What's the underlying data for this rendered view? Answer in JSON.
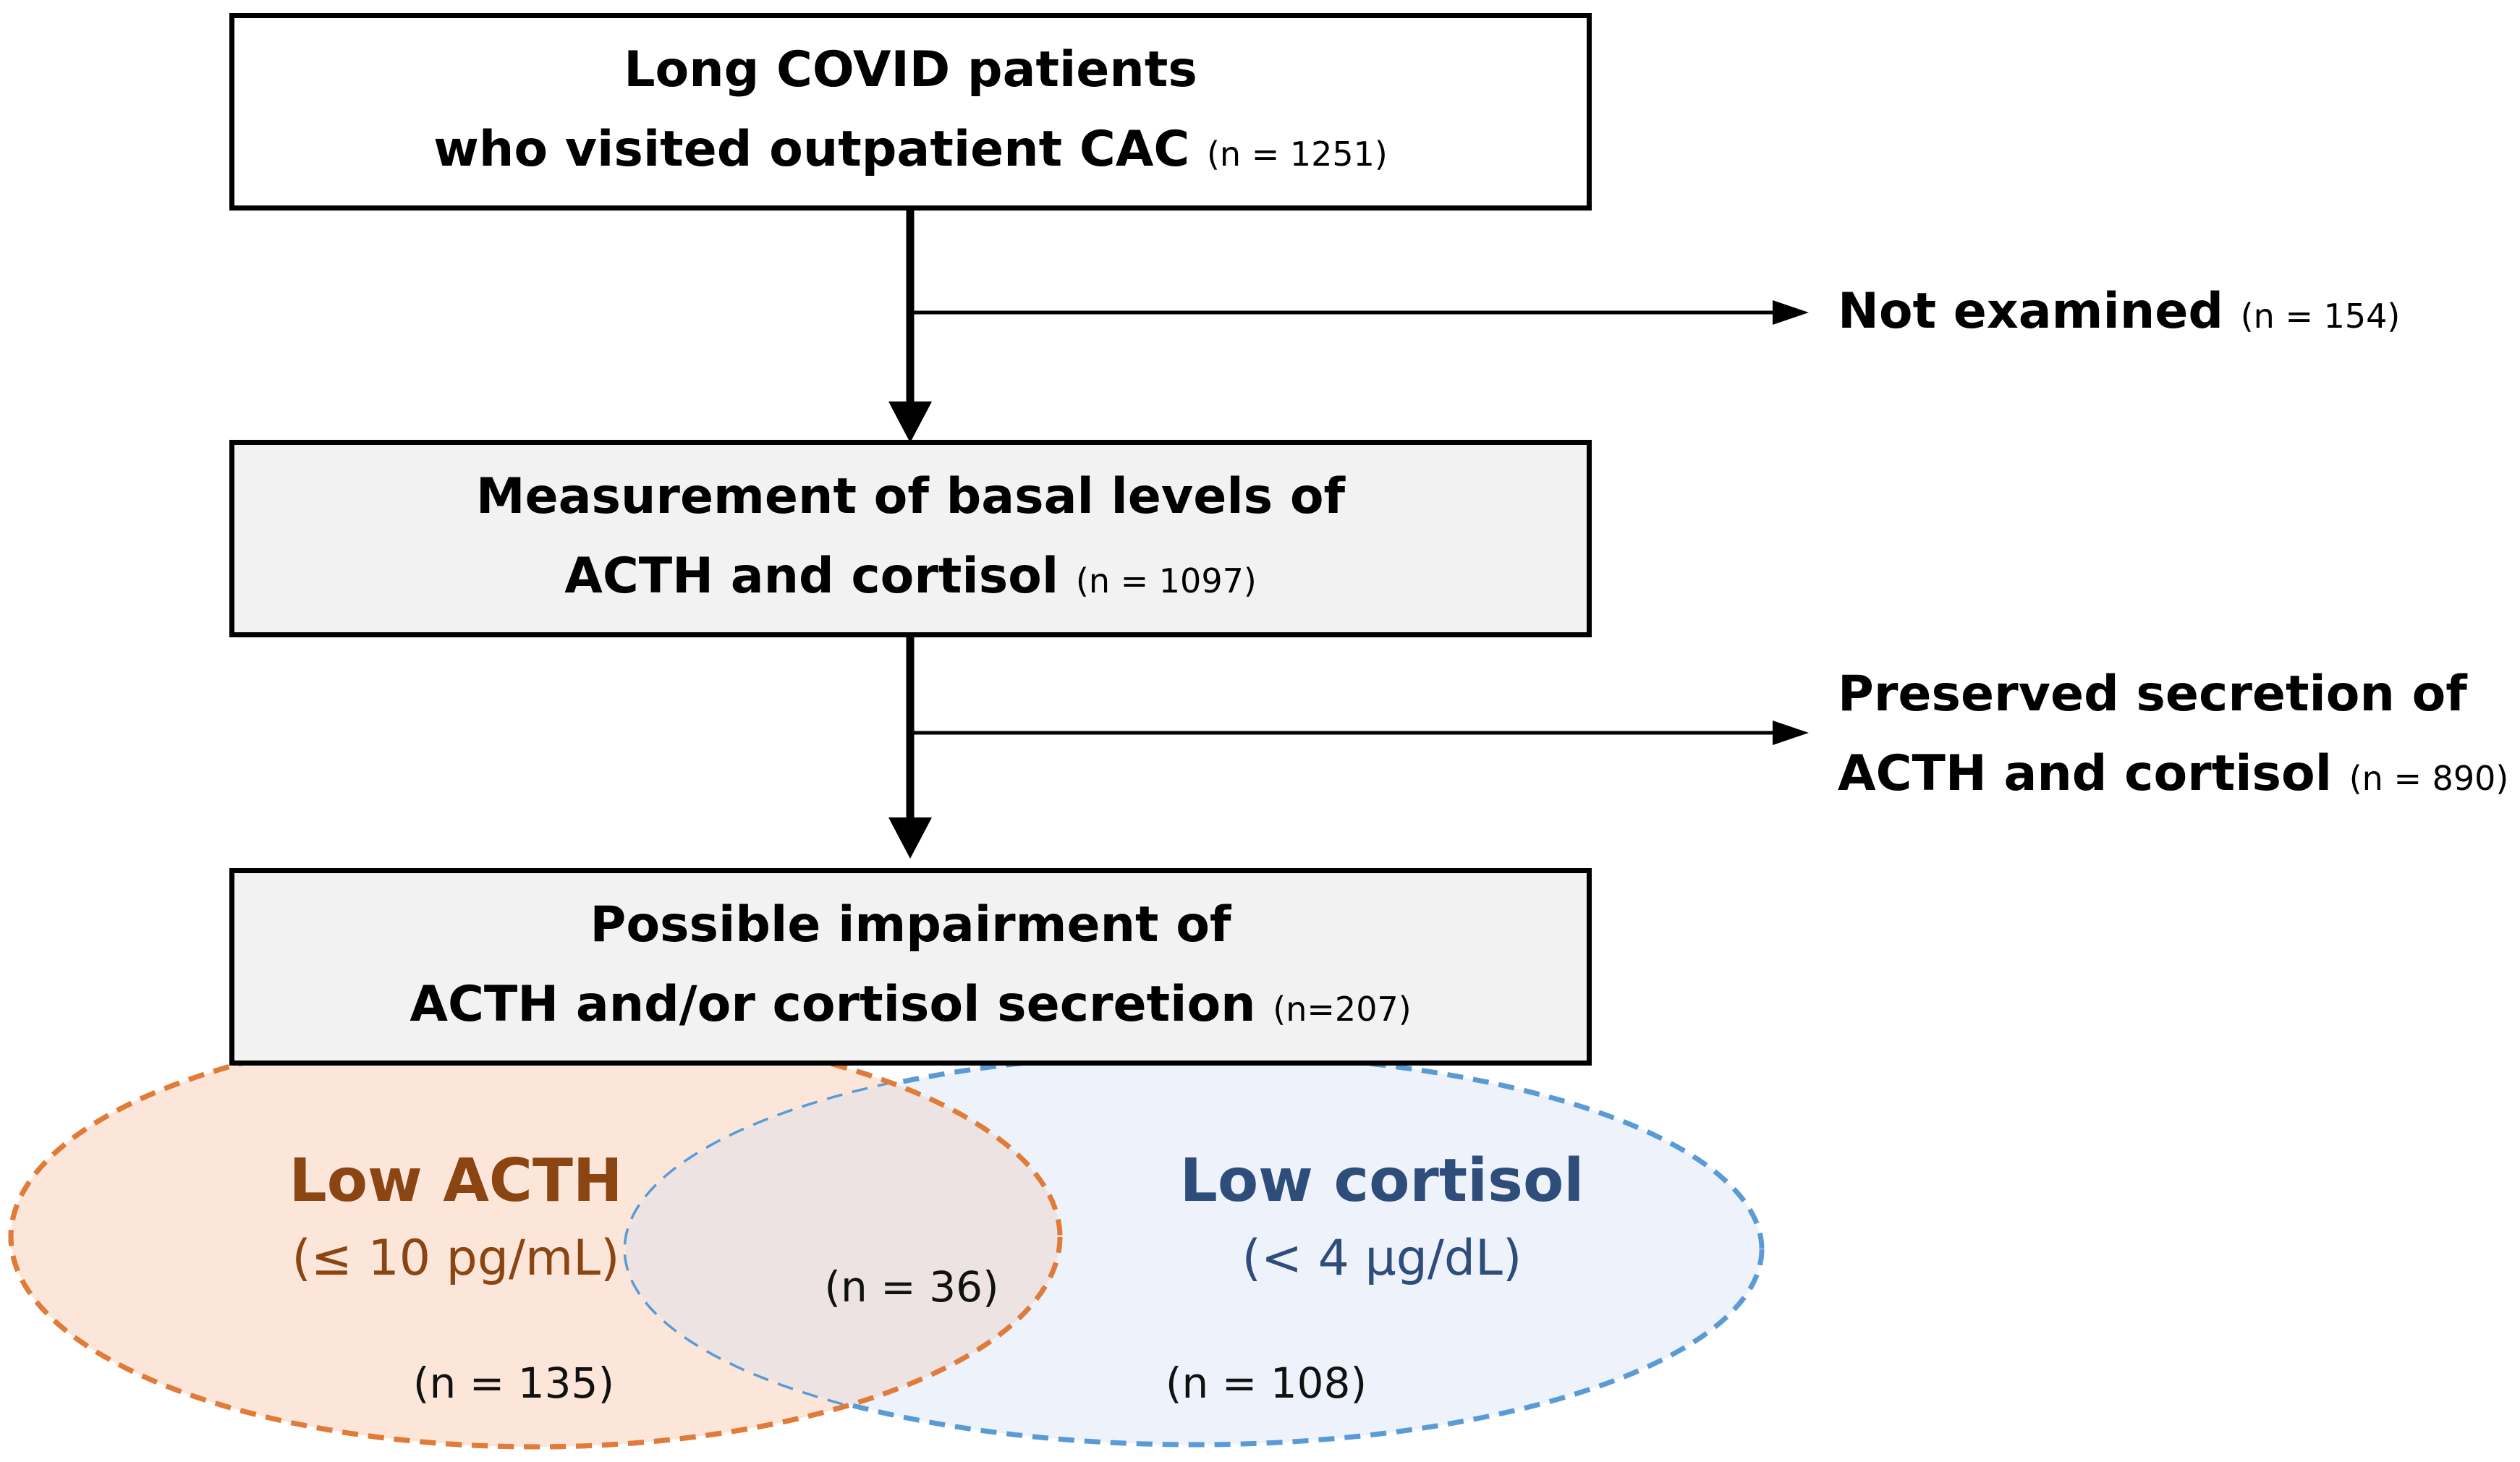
{
  "boxes": [
    {
      "line1": "Long COVID patients",
      "line2": "who visited outpatient CAC",
      "count": "(n = 1251)"
    },
    {
      "line1": "Measurement of basal levels of",
      "line2": "ACTH and cortisol",
      "count": "(n = 1097)"
    },
    {
      "line1": "Possible impairment of",
      "line2": "ACTH and/or cortisol secretion",
      "count": "(n=207)"
    }
  ],
  "exclusions": [
    {
      "line1": "Not examined",
      "count": "(n = 154)"
    },
    {
      "line1": "Preserved secretion of",
      "line2": "ACTH and cortisol",
      "count": "(n = 890)"
    }
  ],
  "venn": {
    "left": {
      "title": "Low ACTH",
      "range": "(≤ 10 pg/mL)",
      "count": "(n = 135)",
      "color": "#8b4513",
      "fill": "#fbe6d9",
      "stroke": "#e07b39"
    },
    "right": {
      "title": "Low cortisol",
      "range": "(< 4 μg/dL)",
      "count": "(n = 108)",
      "color": "#2e4d7b",
      "fill": "#edf2fb",
      "stroke": "#5b9bd5"
    },
    "overlap": {
      "count": "(n = 36)",
      "fill": "#ece3e2"
    }
  }
}
